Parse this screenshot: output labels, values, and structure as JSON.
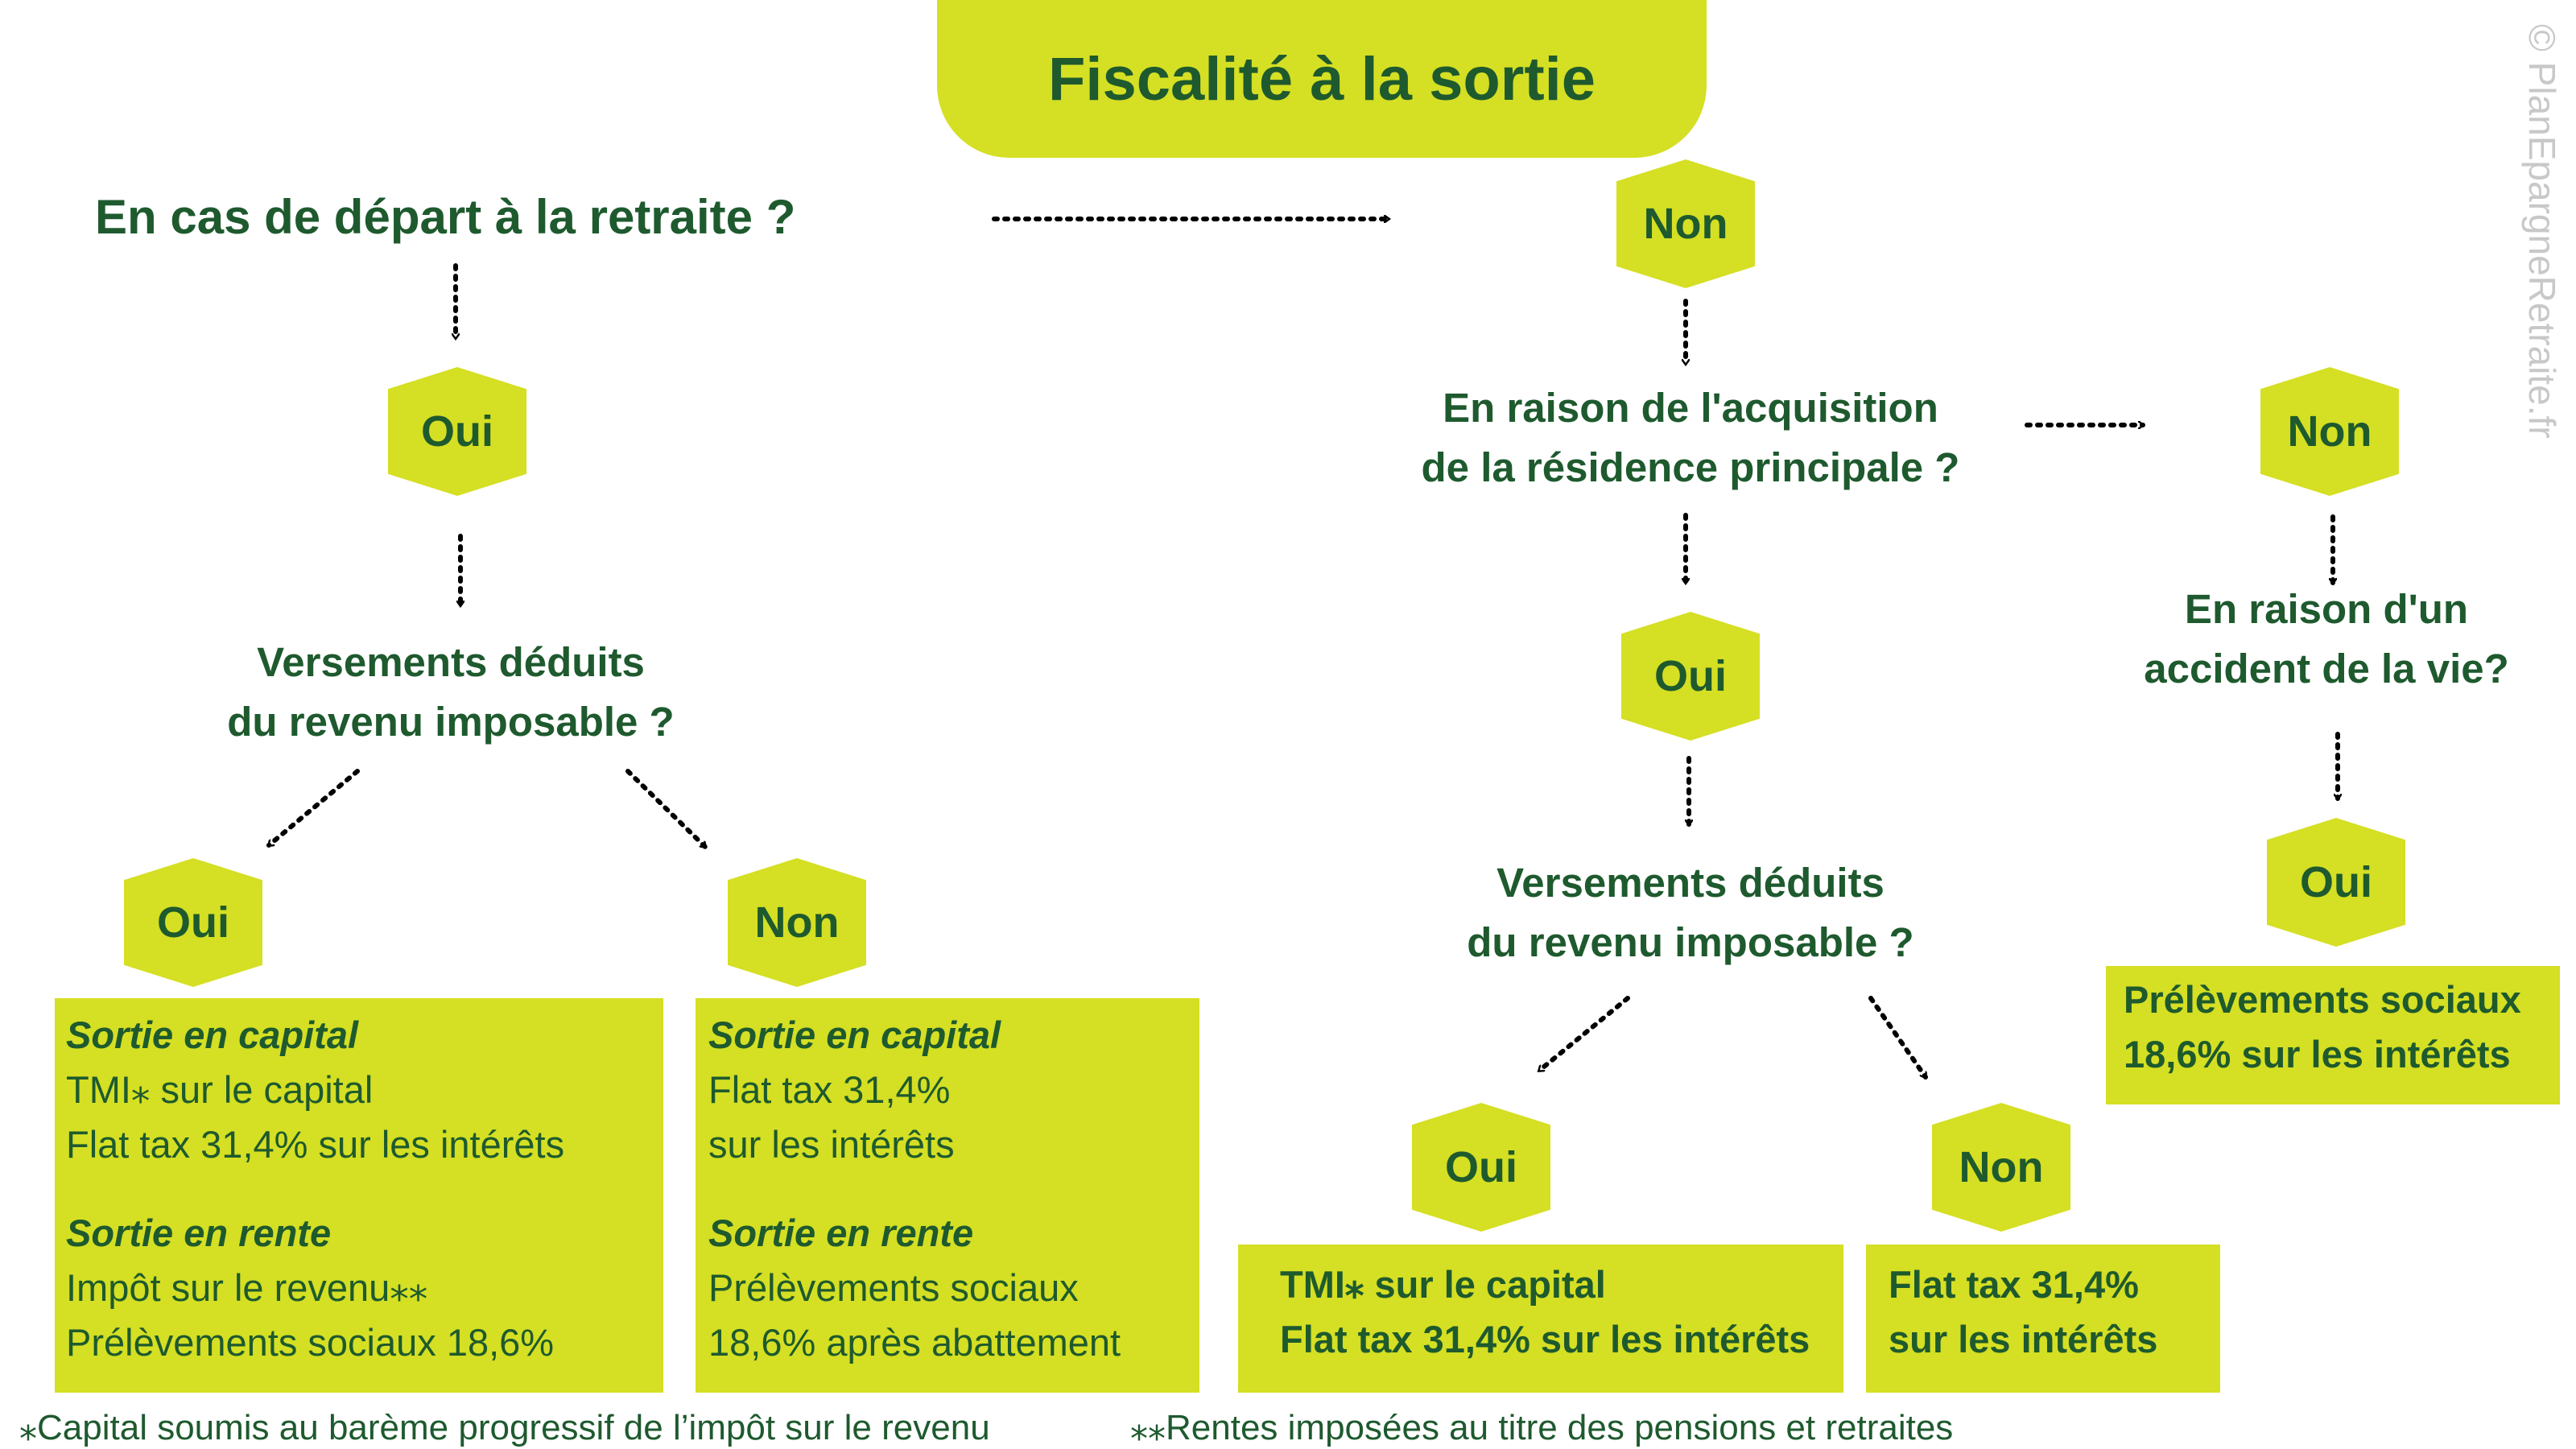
{
  "title": "Fiscalité à la sortie",
  "q_retraite": "En cas de départ à la retraite ?",
  "node_oui_1": "Oui",
  "q_verse_1_l1": "Versements déduits",
  "q_verse_1_l2": "du revenu imposable ?",
  "node_oui_2": "Oui",
  "node_non_2": "Non",
  "box_a": {
    "h1": "Sortie en capital",
    "l1": "TMI⁎ sur le capital",
    "l2": "Flat tax 31,4% sur les intérêts",
    "h2": "Sortie en rente",
    "l3": "Impôt sur le revenu⁎⁎",
    "l4": "Prélèvements sociaux 18,6%"
  },
  "box_b": {
    "h1": "Sortie en capital",
    "l1": "Flat tax 31,4%",
    "l2": "sur les intérêts",
    "h2": "Sortie en rente",
    "l3": "Prélèvements sociaux",
    "l4": "18,6% après abattement"
  },
  "node_non_top": "Non",
  "q_residence_l1": "En raison de l'acquisition",
  "q_residence_l2": "de la résidence principale ?",
  "node_oui_res": "Oui",
  "q_verse_2_l1": "Versements déduits",
  "q_verse_2_l2": "du revenu imposable ?",
  "node_oui_3": "Oui",
  "node_non_3": "Non",
  "box_c": {
    "l1": "TMI⁎ sur le capital",
    "l2": "Flat tax 31,4% sur les intérêts"
  },
  "box_d": {
    "l1": "Flat tax 31,4%",
    "l2": "sur les intérêts"
  },
  "node_non_res": "Non",
  "q_accident_l1": "En raison d'un",
  "q_accident_l2": "accident de la vie?",
  "node_oui_acc": "Oui",
  "box_e": {
    "l1": "Prélèvements sociaux",
    "l2": "18,6% sur les intérêts"
  },
  "footnote_1": "⁎Capital soumis au barème progressif de l’impôt sur le revenu",
  "footnote_2": "⁎⁎Rentes imposées au titre des pensions et retraites",
  "copyright": "© PlanEpargneRetraite.fr",
  "colors": {
    "accent": "#d5df23",
    "text": "#1e5a2e",
    "copyright": "#c8c8c8"
  }
}
